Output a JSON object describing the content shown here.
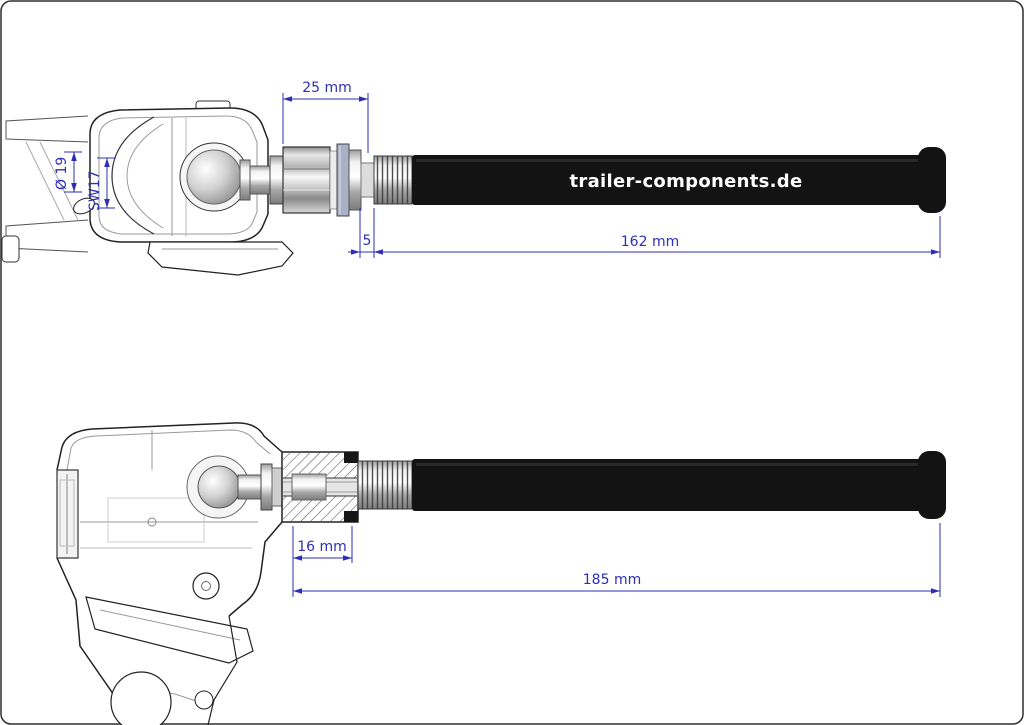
{
  "page": {
    "background": "#ffffff",
    "border_color": "#2f2f2f"
  },
  "colors": {
    "dimension_blue": "#2e2eb8",
    "drawing_line": "#222222",
    "axle_black": "#131313",
    "brand_text": "#ffffff"
  },
  "top_view": {
    "brand_label": "trailer-components.de",
    "dimensions": {
      "adapter_length": "25 mm",
      "ball_diameter": "Ø 19",
      "wrench_size": "SW17",
      "thread_offset": "5",
      "axle_length": "162 mm"
    }
  },
  "bottom_view": {
    "dimensions": {
      "insert_depth": "16 mm",
      "axle_length": "185 mm"
    }
  }
}
